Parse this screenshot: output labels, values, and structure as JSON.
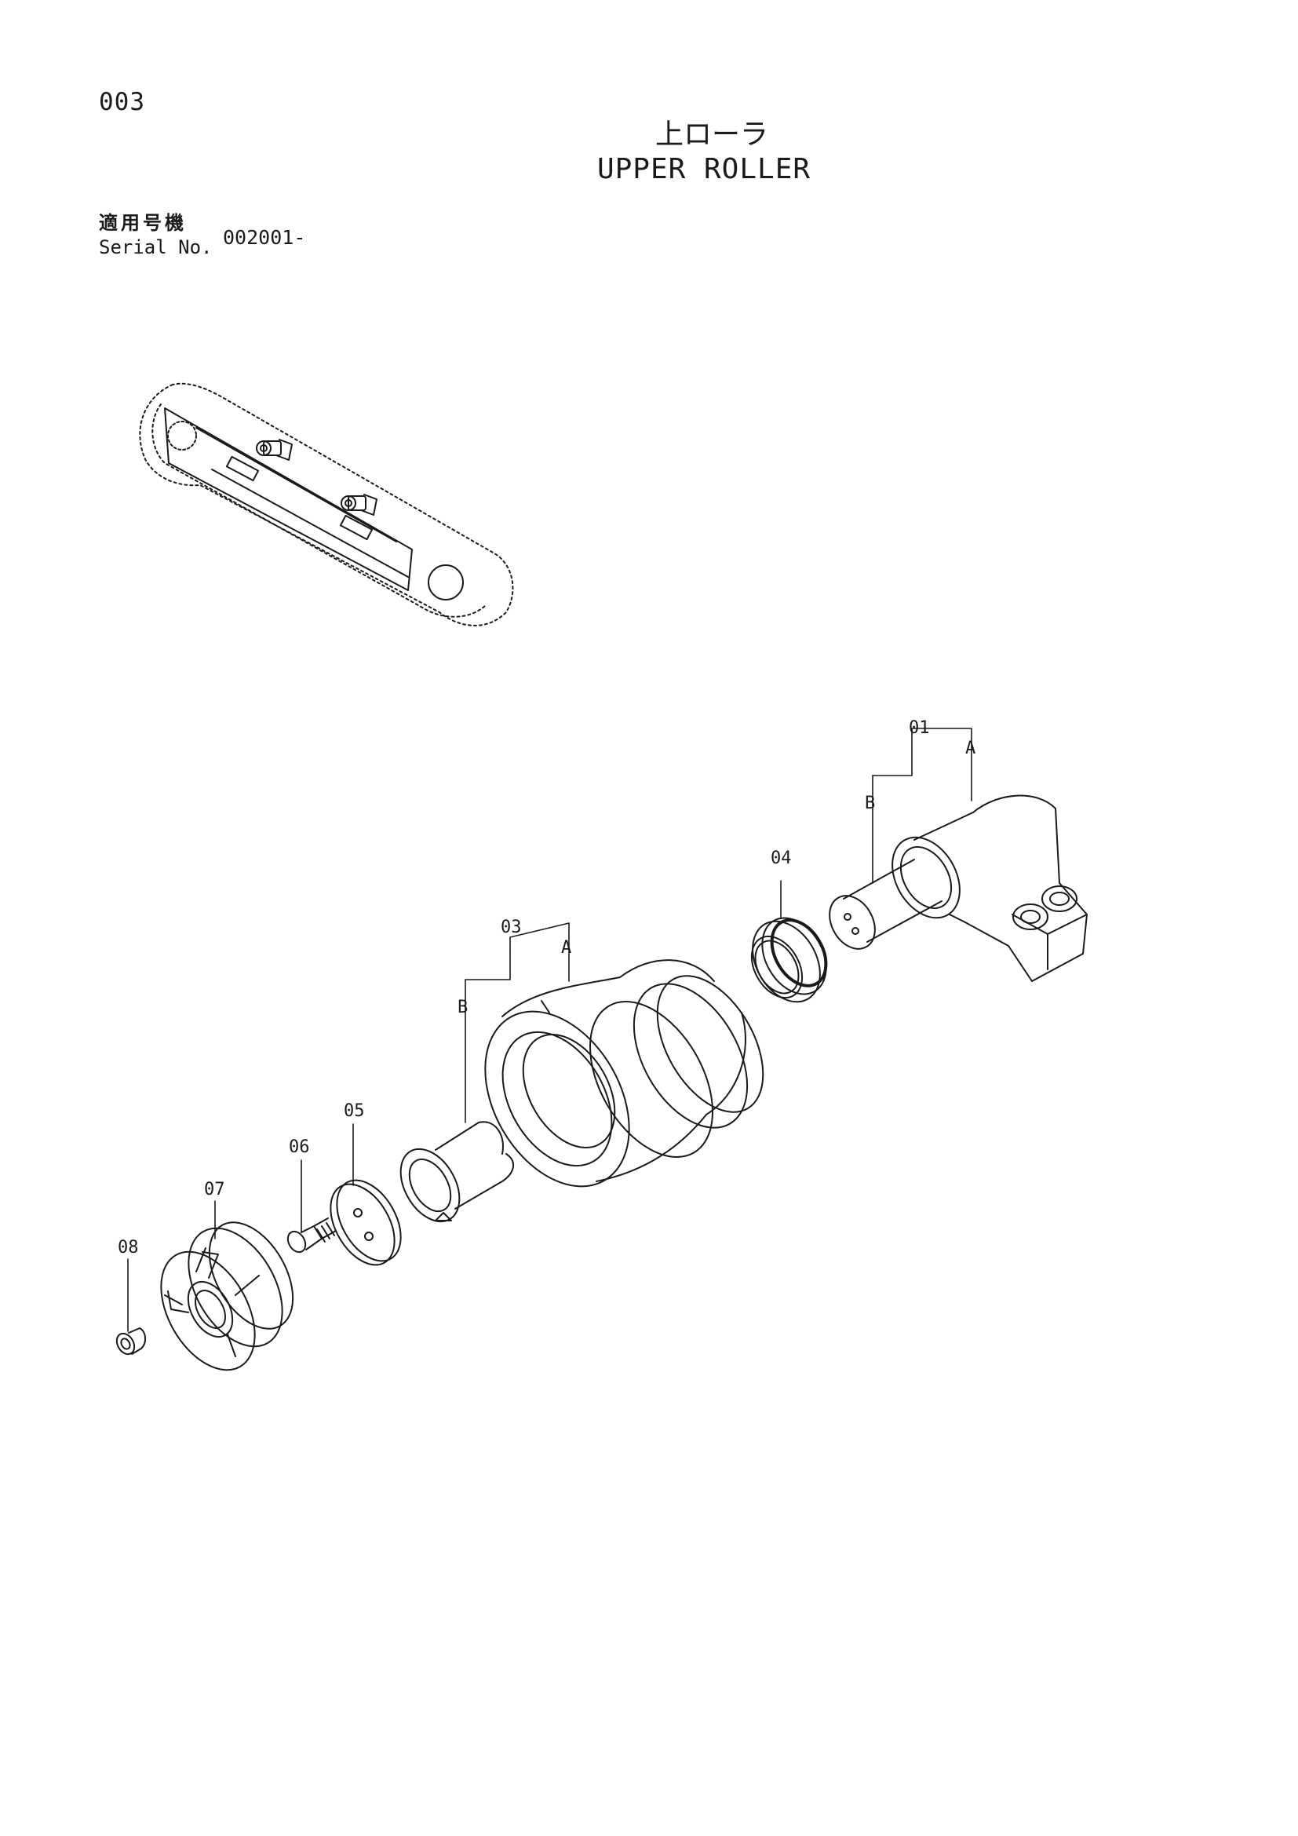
{
  "page_number": "003",
  "title_jp": "上ローラ",
  "title_en": "UPPER ROLLER",
  "serial_label_jp": "適用号機",
  "serial_label_en": "Serial No.",
  "serial_value": "002001-",
  "callouts": {
    "p01": "01",
    "p01_a": "A",
    "p01_b": "B",
    "p03": "03",
    "p03_a": "A",
    "p03_b": "B",
    "p04": "04",
    "p05": "05",
    "p06": "06",
    "p07": "07",
    "p08": "08"
  },
  "colors": {
    "ink": "#1a1a1a",
    "paper": "#ffffff"
  }
}
